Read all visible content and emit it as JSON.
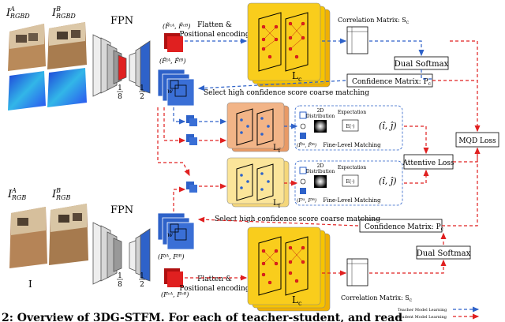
{
  "inputs": {
    "rgbd_a": "I",
    "rgbd_a_sup": "A",
    "rgbd_a_sub": "RGBD",
    "rgbd_b": "I",
    "rgbd_b_sup": "B",
    "rgbd_b_sub": "RGBD",
    "rgb_a": "I",
    "rgb_a_sup": "A",
    "rgb_a_sub": "RGB",
    "rgb_b": "I",
    "rgb_b_sup": "B",
    "rgb_b_sub": "RGB"
  },
  "fpn_label": "FPN",
  "scales": {
    "eighth_num": "1",
    "eighth_den": "8",
    "half_num": "1",
    "half_den": "2"
  },
  "feature_labels": {
    "coarse_top": "(F̃ᶜᴬ, F̃ᶜᴮ)",
    "fine_top": "(F̃ᶠᴬ, F̃ᶠᴮ)",
    "fine_bottom": "(Fᶠᴬ, Fᶠᴮ)",
    "coarse_bottom": "(Fᶜᴬ, Fᶜᴮ)",
    "crop_top": "(F̃ᶠᴬ, F̃ᶠᴮ)",
    "crop_bottom": "(Fᶠᴬ, Fᶠᴮ)"
  },
  "window_w": "w",
  "flatten_top": [
    "Flatten &",
    "Positional encoding"
  ],
  "flatten_bottom": [
    "Flatten &",
    "Positional encoding"
  ],
  "lc_label": "L",
  "lc_sub": "c",
  "lf_label": "L",
  "lf_sub": "f",
  "corr_top": "Correlation Matrix: S",
  "corr_bottom": "Correlation Matrix: S",
  "corr_sub": "c",
  "dual_softmax": "Dual Softmax",
  "confidence_top": "Confidence Matrix: P",
  "confidence_bottom": "Confidence Matrix: P",
  "confidence_sub": "c",
  "select_top": "Select high confidence score coarse matching",
  "select_bottom": "Select high confidence score coarse matching",
  "mqd_loss": "MQD Loss",
  "attentive_loss": "Attentive Loss",
  "fine_matching": "Fine-Level Matching",
  "distribution": [
    "2D",
    "Distribution"
  ],
  "expectation": "Expectation",
  "expect_op": "E(·)",
  "match_out": "(î, ĵ)",
  "legend": {
    "teacher": "Teacher Model Learning",
    "student": "Student Model Learning"
  },
  "caption": "2: Overview of 3DG-STFM. For each of teacher-student, and read",
  "colors": {
    "teacher": "#2e62c9",
    "student": "#e02020",
    "yellow": "#f7c400",
    "peach": "#f2b487",
    "pale": "#fbe59a"
  }
}
